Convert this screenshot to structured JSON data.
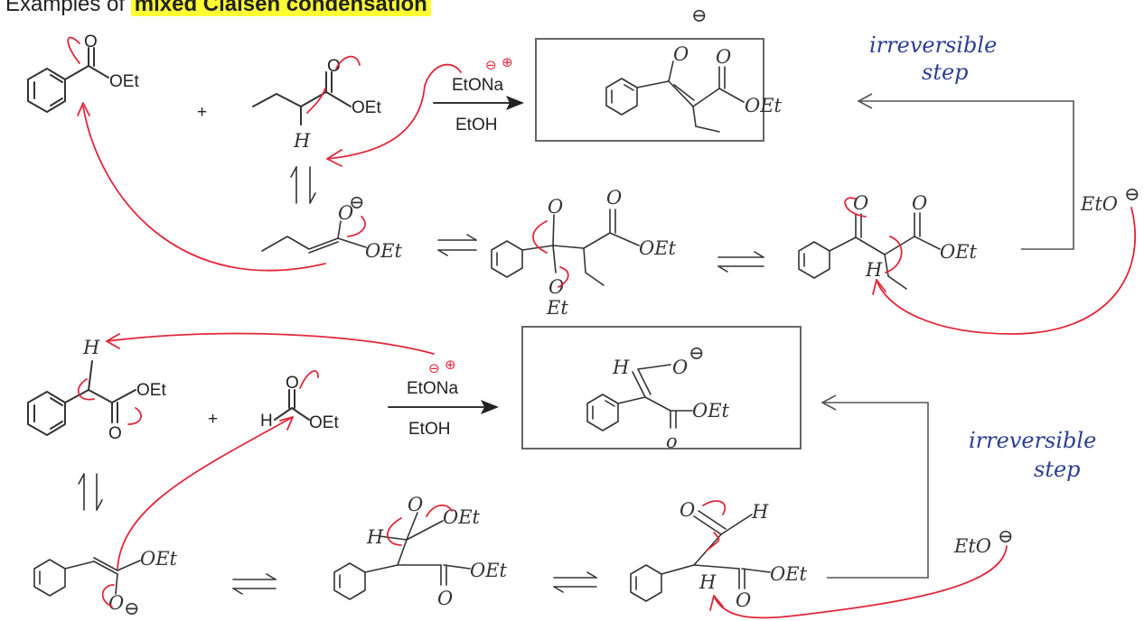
{
  "title": {
    "prefix": "Examples of",
    "highlight": "mixed Claisen condensation",
    "highlight_color": "#ffff33"
  },
  "colors": {
    "ink": "#333333",
    "arrow": "#e0283a",
    "note": "#2b3f93"
  },
  "reaction1": {
    "ester1_group": "OEt",
    "ester1_o": "O",
    "plus": "+",
    "ester2_group": "OEt",
    "ester2_o": "O",
    "ester2_h": "H",
    "reagent_top": "EtONa",
    "reagent_charge_minus": "⊖",
    "reagent_charge_plus": "⊕",
    "solvent": "EtOH",
    "product_group": "OEt",
    "product_o_anion": "O",
    "product_o": "O",
    "enolate_o": "O",
    "enolate_group": "OEt",
    "tetra_o": "O",
    "tetra_o2": "O",
    "tetra_group": "OEt",
    "tetra_et": "Et",
    "keto_o1": "O",
    "keto_o2": "O",
    "keto_group": "OEt",
    "keto_h": "H",
    "base": "EtO",
    "note_line1": "irreversible",
    "note_line2": "step"
  },
  "reaction2": {
    "ester1_group": "OEt",
    "ester1_o": "O",
    "ester1_h": "H",
    "plus": "+",
    "formate_h": "H",
    "formate_o": "O",
    "formate_group": "OEt",
    "reagent_top": "EtONa",
    "reagent_charge_minus": "⊖",
    "reagent_charge_plus": "⊕",
    "solvent": "EtOH",
    "product_h": "H",
    "product_o_anion": "O",
    "product_group": "OEt",
    "product_o": "o",
    "enolate_group": "OEt",
    "enolate_o": "O",
    "tetra_o": "O",
    "tetra_group": "OEt",
    "tetra_h": "H",
    "tetra_ester_group": "OEt",
    "tetra_ester_o": "O",
    "aldehyde_o": "O",
    "aldehyde_h": "H",
    "aldehyde_group": "OEt",
    "aldehyde_alpha_h": "H",
    "aldehyde_ester_o": "O",
    "base": "EtO",
    "note_line1": "irreversible",
    "note_line2": "step"
  }
}
